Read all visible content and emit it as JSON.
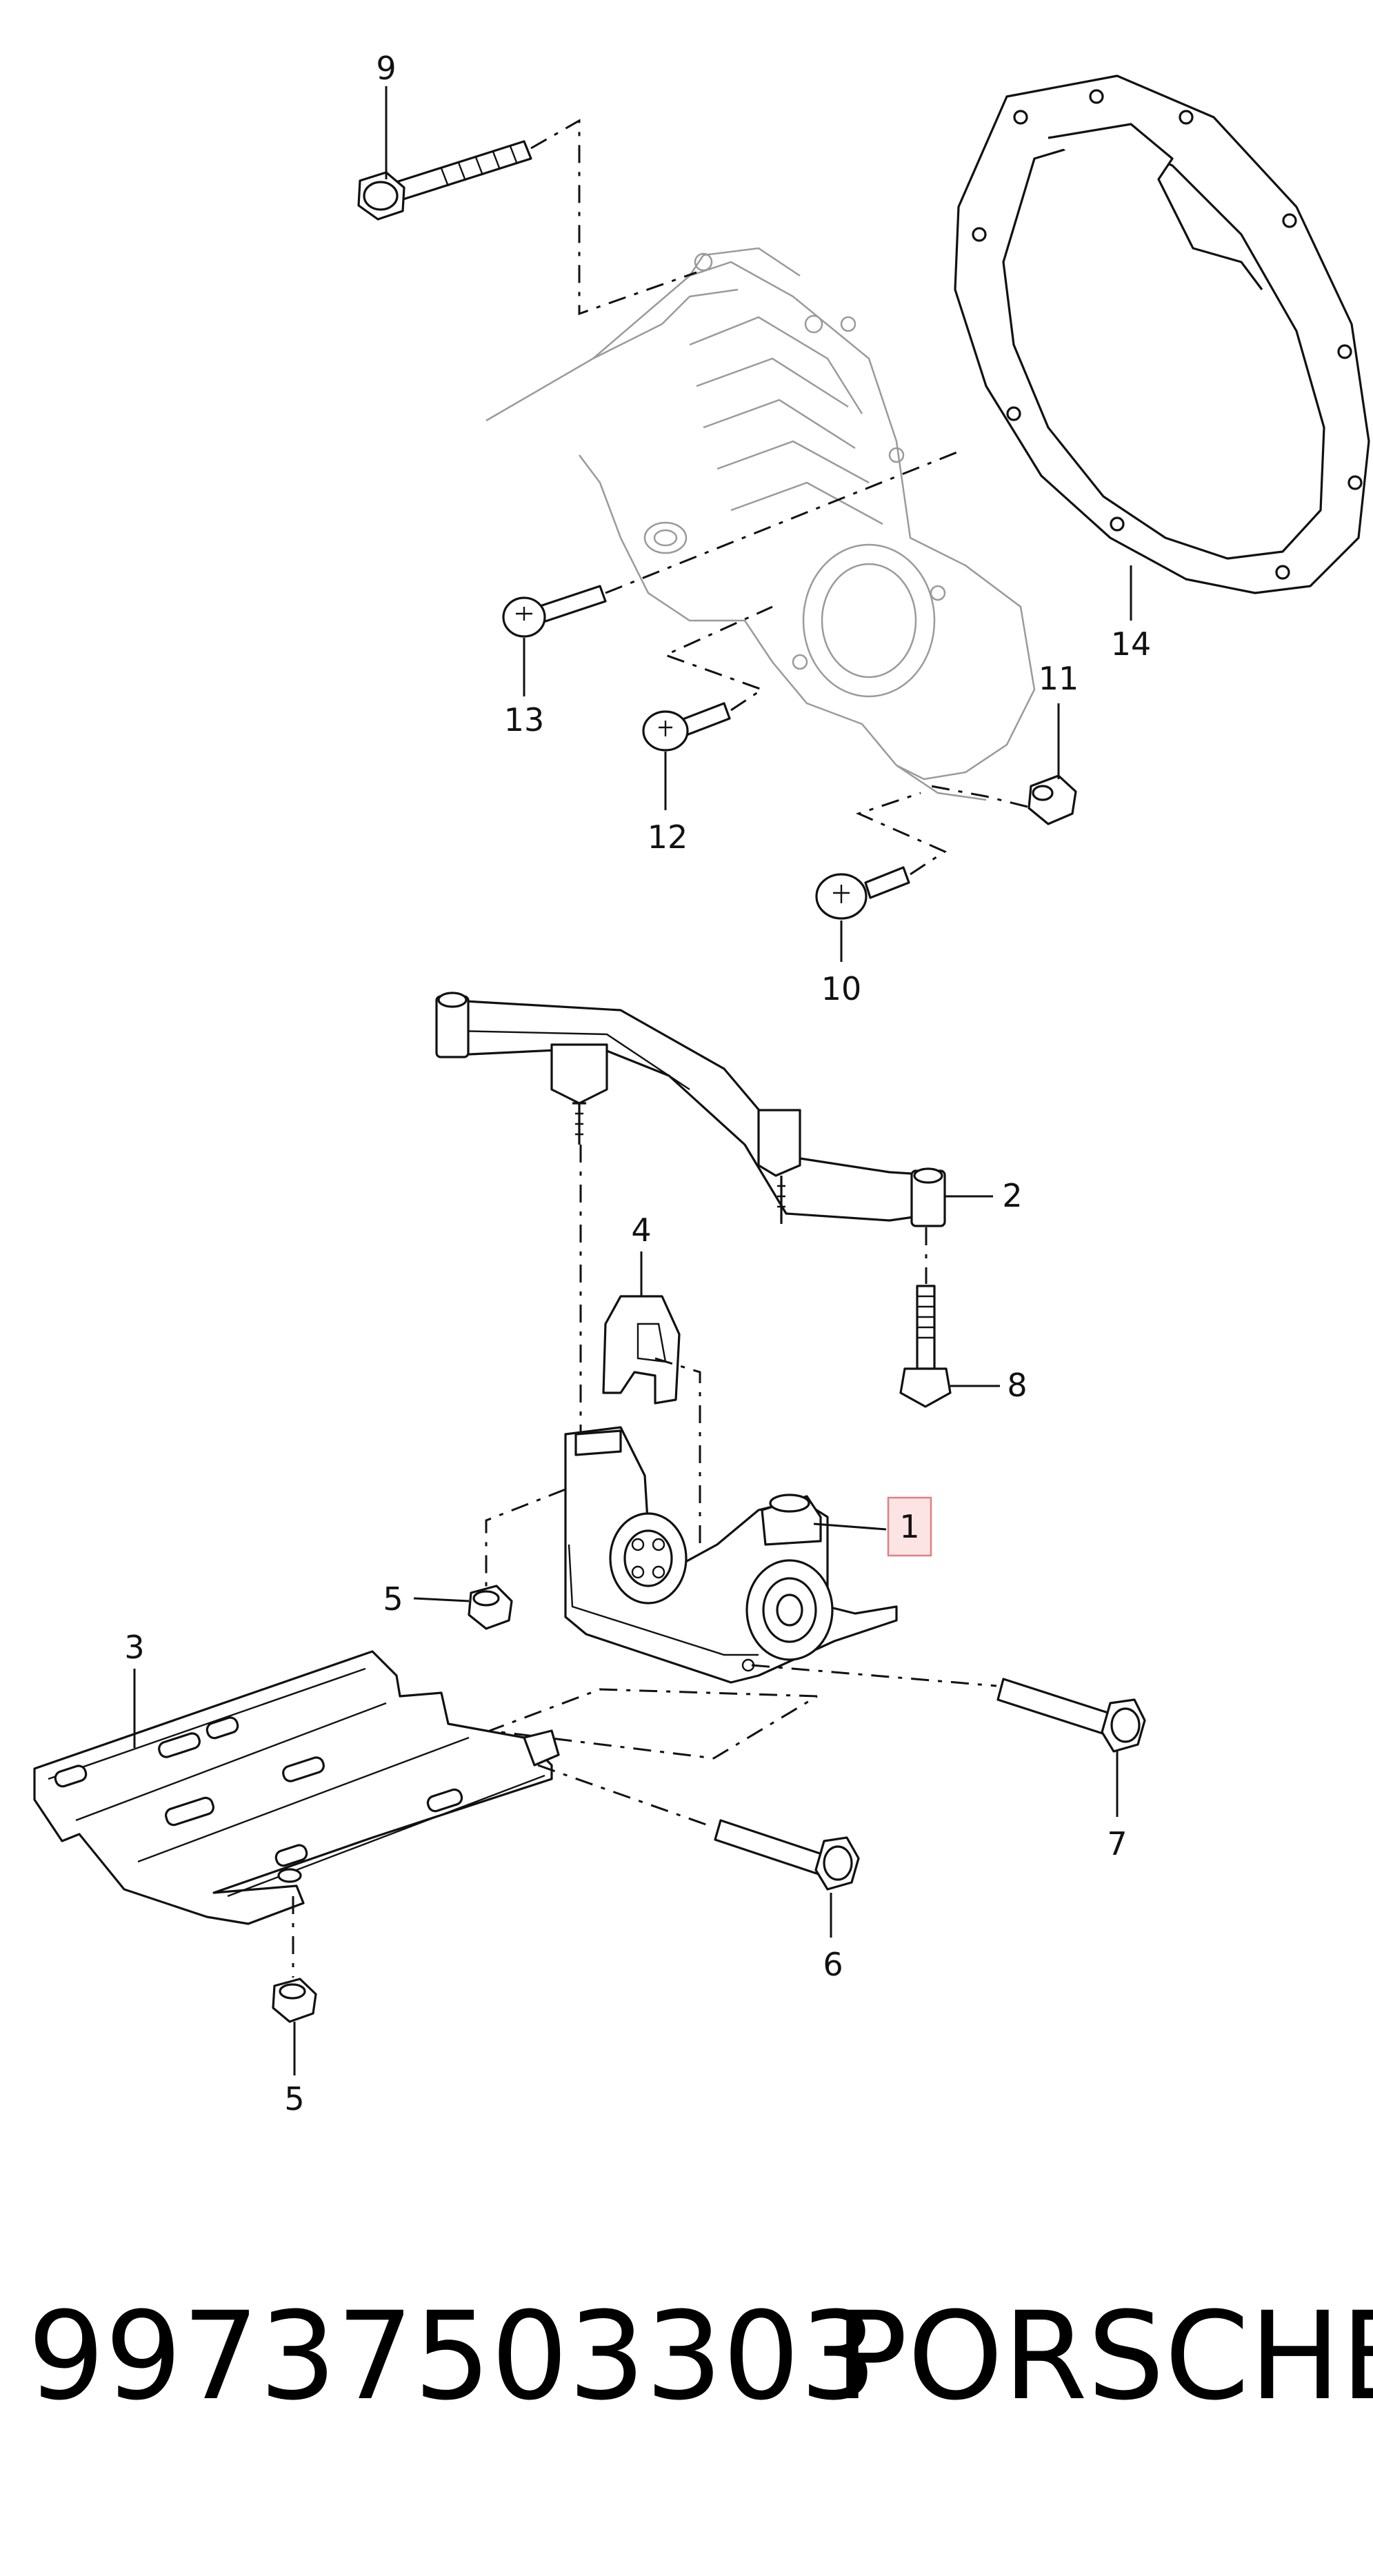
{
  "callouts": [
    {
      "id": "9",
      "label": "9"
    },
    {
      "id": "14",
      "label": "14"
    },
    {
      "id": "13",
      "label": "13"
    },
    {
      "id": "12",
      "label": "12"
    },
    {
      "id": "11",
      "label": "11"
    },
    {
      "id": "10",
      "label": "10"
    },
    {
      "id": "2",
      "label": "2"
    },
    {
      "id": "4",
      "label": "4"
    },
    {
      "id": "8",
      "label": "8"
    },
    {
      "id": "1",
      "label": "1",
      "highlighted": true
    },
    {
      "id": "5a",
      "label": "5"
    },
    {
      "id": "3",
      "label": "3"
    },
    {
      "id": "7",
      "label": "7"
    },
    {
      "id": "6",
      "label": "6"
    },
    {
      "id": "5b",
      "label": "5"
    }
  ],
  "footer": {
    "part_number": "99737503303",
    "brand": "PORSCHE"
  },
  "colors": {
    "highlight_fill": "#fde4e4",
    "highlight_stroke": "#e08080",
    "ink": "#111111",
    "ghost": "#9a9a9a"
  }
}
